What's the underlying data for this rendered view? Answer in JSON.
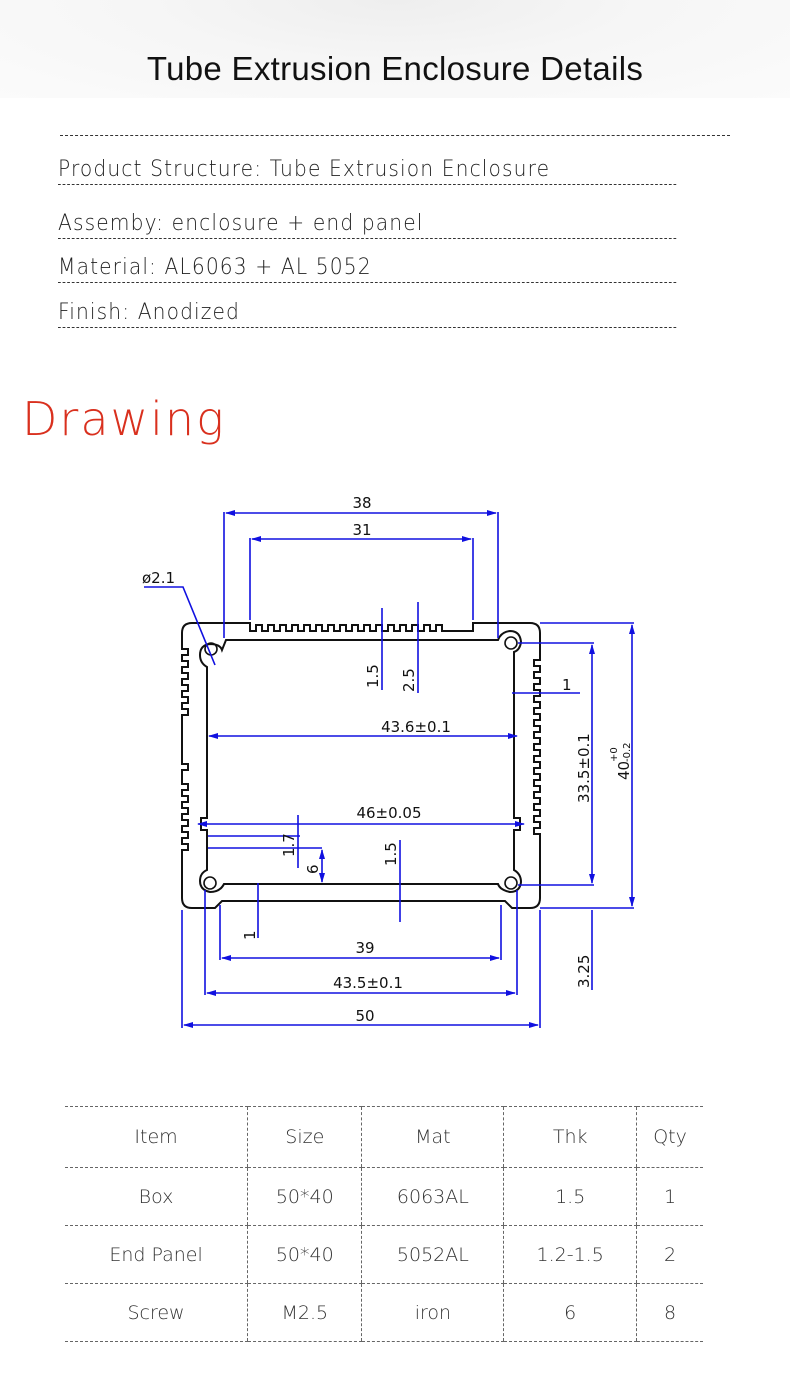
{
  "header": {
    "title": "Tube Extrusion Enclosure Details"
  },
  "specs": [
    {
      "label": "Product Structure",
      "value": "Tube Extrusion Enclosure",
      "text": "Product Structure: Tube Extrusion Enclosure"
    },
    {
      "label": "Assemby",
      "value": "enclosure + end panel",
      "text": "Assemby:  enclosure + end panel"
    },
    {
      "label": "Material",
      "value": "AL6063 + AL 5052",
      "text": "Material: AL6063 + AL 5052"
    },
    {
      "label": "Finish",
      "value": "Anodized",
      "text": "Finish: Anodized"
    }
  ],
  "drawing": {
    "heading": "Drawing",
    "dimensions": {
      "top_outer": "38",
      "top_inner": "31",
      "hole_diameter": "ø2.1",
      "top_wall": "1.5",
      "top_fin": "2.5",
      "side_fin": "1",
      "inner_width": "43.6±0.1",
      "slot_width": "46±0.05",
      "slot_height": "1.7",
      "slot_offset": "6",
      "bottom_wall": "1.5",
      "bottom_step": "1",
      "inner_height": "33.5±0.1",
      "outer_height": "40",
      "outer_height_tol_upper": "+0",
      "outer_height_tol_lower": "-0.2",
      "foot_width": "39",
      "hole_spacing": "43.5±0.1",
      "outer_width": "50",
      "hole_edge_offset": "3.25"
    },
    "colors": {
      "dimension_line": "#1010e0",
      "outline": "#111111",
      "heading": "#d9301e"
    }
  },
  "bom_table": {
    "headers": [
      "Item",
      "Size",
      "Mat",
      "Thk",
      "Qty"
    ],
    "rows": [
      [
        "Box",
        "50*40",
        "6063AL",
        "1.5",
        "1"
      ],
      [
        "End Panel",
        "50*40",
        "5052AL",
        "1.2-1.5",
        "2"
      ],
      [
        "Screw",
        "M2.5",
        "iron",
        "6",
        "8"
      ]
    ]
  }
}
